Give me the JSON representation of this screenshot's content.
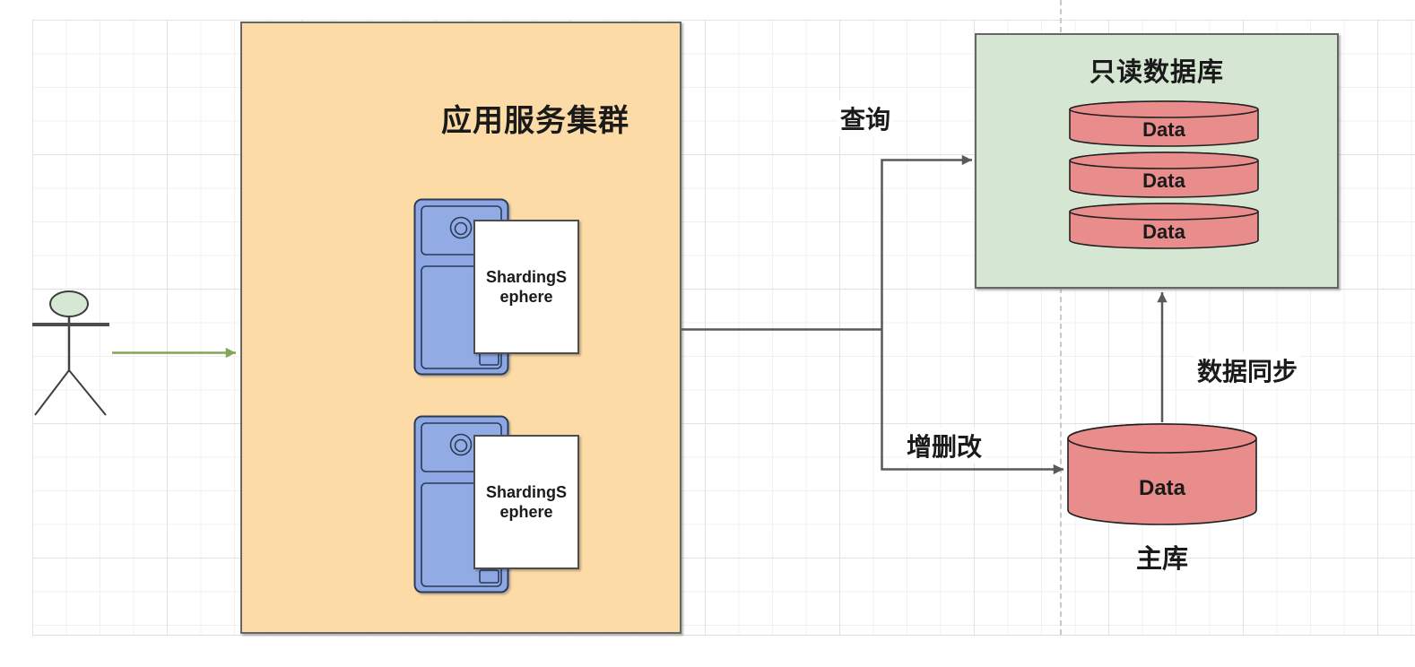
{
  "app_cluster": {
    "title": "应用服务集群",
    "servers": [
      {
        "label": "ShardingS\nephere"
      },
      {
        "label": "ShardingS\nephere"
      }
    ]
  },
  "readonly_db": {
    "title": "只读数据库",
    "cylinders": [
      {
        "label": "Data"
      },
      {
        "label": "Data"
      },
      {
        "label": "Data"
      }
    ]
  },
  "master_db": {
    "data_label": "Data",
    "caption": "主库"
  },
  "edges": {
    "query_label": "查询",
    "write_label": "增删改",
    "sync_label": "数据同步"
  },
  "colors": {
    "app_cluster_fill": "#FCDBA6",
    "readonly_box_fill": "#D5E6D3",
    "database_fill": "#E98C8C",
    "server_fill": "#8CA7E3",
    "actor_head_fill": "#D5E8D4",
    "connector_stroke": "#595959",
    "user_arrow_stroke": "#82A556",
    "box_border": "#666666"
  }
}
